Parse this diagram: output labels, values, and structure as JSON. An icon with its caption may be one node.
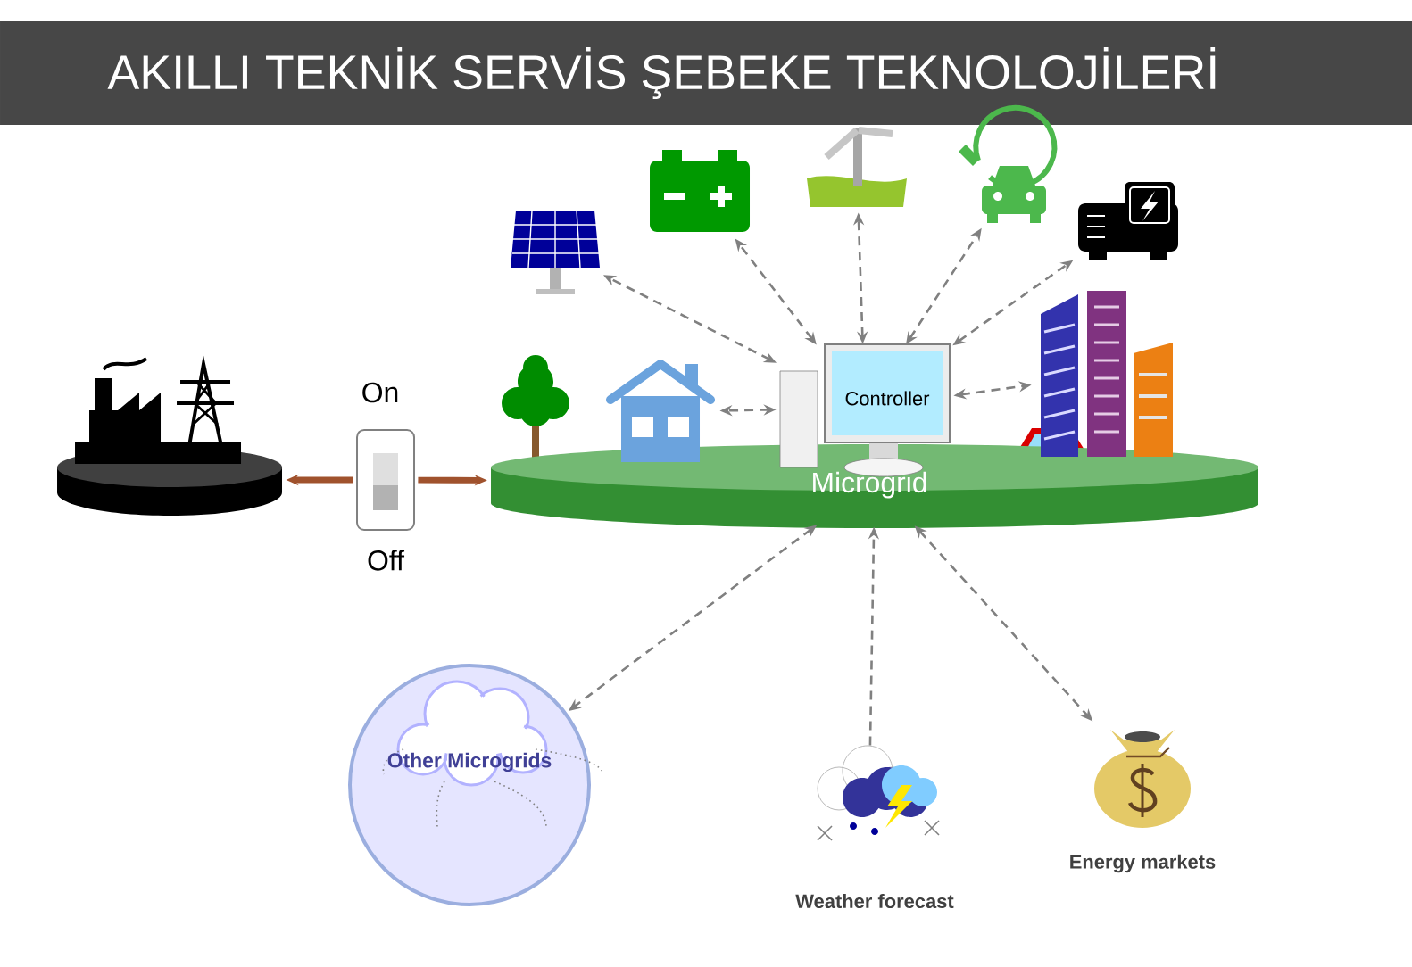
{
  "diagram": {
    "title": "AKILLI TEKNİK SERVİS ŞEBEKE TEKNOLOJİLERİ",
    "nodes": [
      {
        "text": [],
        "shape": "picture"
      },
      {
        "text": [],
        "shape": "picture",
        "beside": [
          "On",
          "Off"
        ]
      },
      {
        "text": [
          "Microgrid"
        ]
      },
      {
        "text": [],
        "shape": "picture"
      },
      {
        "text": [],
        "shape": "picture"
      },
      {
        "text": [],
        "shape": "picture"
      },
      {
        "text": [],
        "shape": "picture"
      },
      {
        "text": [],
        "shape": "picture"
      },
      {
        "text": [],
        "shape": "picture"
      },
      {
        "text": [
          "Controller"
        ]
      },
      {
        "text": [],
        "shape": "picture"
      },
      {
        "text": [
          "Other Microgrids"
        ]
      },
      {
        "text": [],
        "shape": "picture",
        "beside": [
          "Weather forecast"
        ]
      },
      {
        "text": [],
        "shape": "picture",
        "beside": [
          "Energy markets"
        ]
      }
    ],
    "edges": [
      {
        "from": 1,
        "to": 0,
        "arrow": "to",
        "style": "thick",
        "color": "#a0522d"
      },
      {
        "from": 1,
        "to": 2,
        "arrow": "to",
        "style": "thick",
        "color": "#a0522d"
      },
      {
        "from": 9,
        "to": 3,
        "arrow": "both",
        "style": "dashed"
      },
      {
        "from": 9,
        "to": 4,
        "arrow": "both",
        "style": "dashed"
      },
      {
        "from": 9,
        "to": 5,
        "arrow": "both",
        "style": "dashed"
      },
      {
        "from": 9,
        "to": 6,
        "arrow": "both",
        "style": "dashed"
      },
      {
        "from": 9,
        "to": 7,
        "arrow": "both",
        "style": "dashed"
      },
      {
        "from": 9,
        "to": 8,
        "arrow": "both",
        "style": "dashed"
      },
      {
        "from": 9,
        "to": 10,
        "arrow": "both",
        "style": "dashed"
      },
      {
        "from": 2,
        "to": 11,
        "arrow": "both",
        "style": "dashed"
      },
      {
        "from": 12,
        "to": 2,
        "arrow": "to",
        "style": "dashed"
      },
      {
        "from": 2,
        "to": 13,
        "arrow": "both",
        "style": "dashed"
      }
    ]
  }
}
